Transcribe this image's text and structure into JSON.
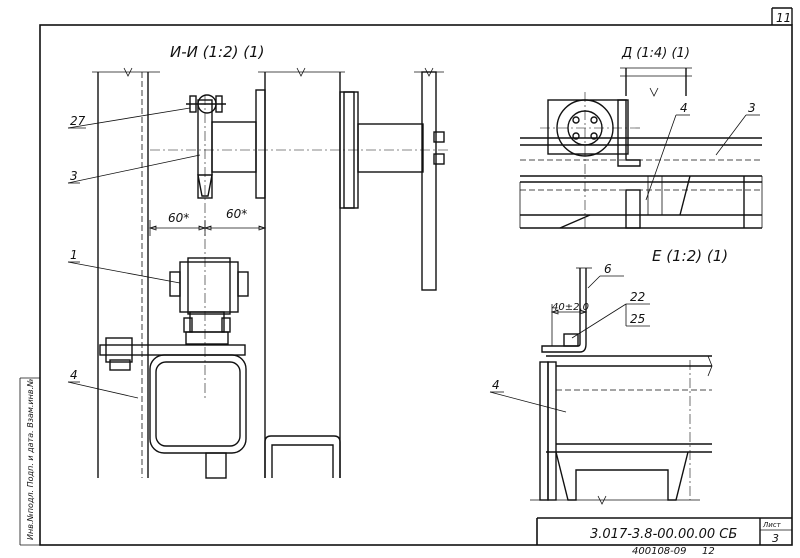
{
  "sheet": {
    "page_number": "11",
    "sheet_label": "Лист",
    "sheet_number": "3",
    "designation": "3.017-3.8-00.00.00 СБ",
    "archive_number": "400108-09",
    "archive_suffix": "12",
    "side_stamp": "Инв.№подл. Подп. и дата. Взам.инв.№"
  },
  "views": {
    "section_ii": "И-И (1:2) (1)",
    "view_d": "Д (1:4) (1)",
    "view_e": "Е (1:2) (1)"
  },
  "dimensions": {
    "left_60": "60*",
    "right_60": "60*",
    "gap_40": "40±2,0"
  },
  "callouts": {
    "c27": "27",
    "c3": "3",
    "c1": "1",
    "c4_left": "4",
    "c4_d": "4",
    "c3_d": "3",
    "c6": "6",
    "c22": "22",
    "c25": "25",
    "c4_e": "4"
  }
}
